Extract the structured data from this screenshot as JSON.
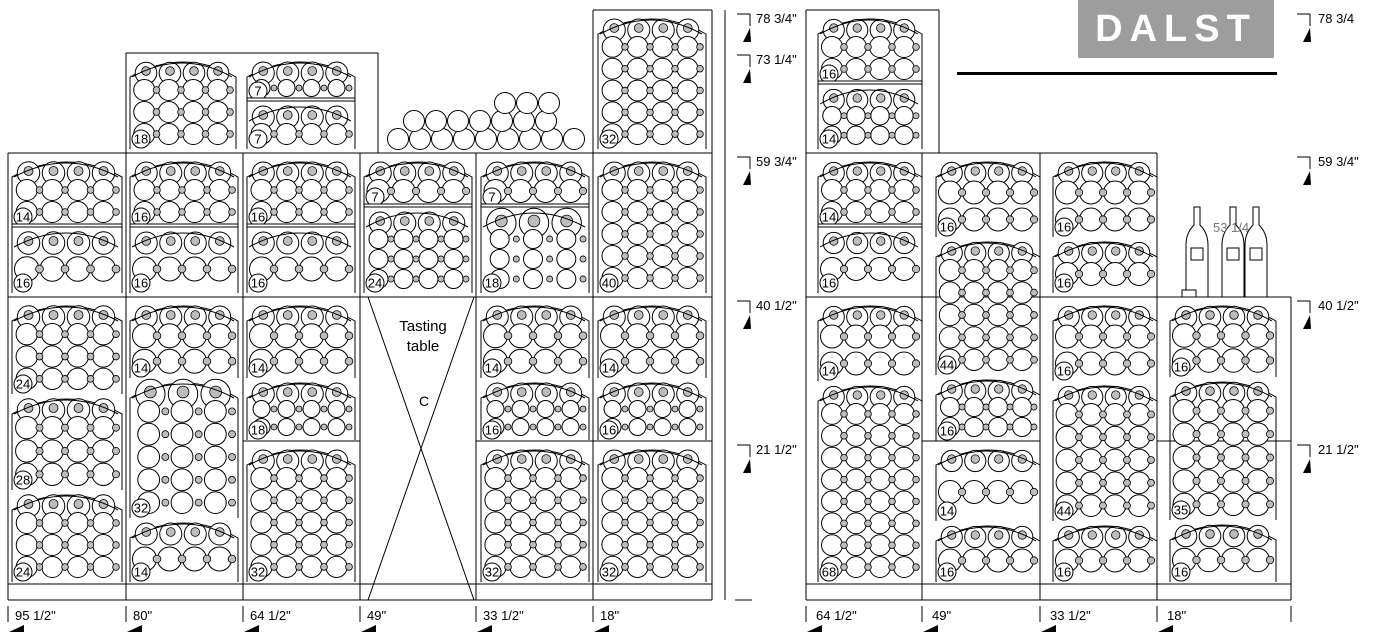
{
  "brand": {
    "logo_text": "DALST"
  },
  "left_heights": [
    "78 3/4\"",
    "73 1/4\"",
    "59 3/4\"",
    "40 1/2\"",
    "21 1/2\""
  ],
  "right_heights": [
    "78 3/4",
    "59 3/4\"",
    "40 1/2\"",
    "21 1/2\""
  ],
  "left_widths": [
    "95 1/2\"",
    "80\"",
    "64 1/2\"",
    "49\"",
    "33 1/2\"",
    "18\""
  ],
  "right_widths": [
    "64 1/2\"",
    "49\"",
    "33 1/2\"",
    "18\""
  ],
  "tasting": {
    "title_line1": "Tasting",
    "title_line2": "table",
    "letter": "C"
  },
  "bottle_label": "53 1/4",
  "left_counts": {
    "col1": [
      "14",
      "16",
      "24",
      "28",
      "24"
    ],
    "col2": [
      "18",
      "16",
      "16",
      "14",
      "32",
      "14"
    ],
    "col3": [
      "7",
      "7",
      "16",
      "16",
      "14",
      "18",
      "32"
    ],
    "col4": [
      "7",
      "24"
    ],
    "col5": [
      "7",
      "18",
      "14",
      "16",
      "32"
    ],
    "col6": [
      "32",
      "40",
      "14",
      "16",
      "32"
    ]
  },
  "right_counts": {
    "col1": [
      "16",
      "14",
      "14",
      "16",
      "14",
      "68"
    ],
    "col2": [
      "16",
      "44",
      "16",
      "14",
      "16"
    ],
    "col3": [
      "16",
      "16",
      "16",
      "44",
      "16"
    ],
    "col4": [
      "16",
      "35",
      "16"
    ]
  }
}
